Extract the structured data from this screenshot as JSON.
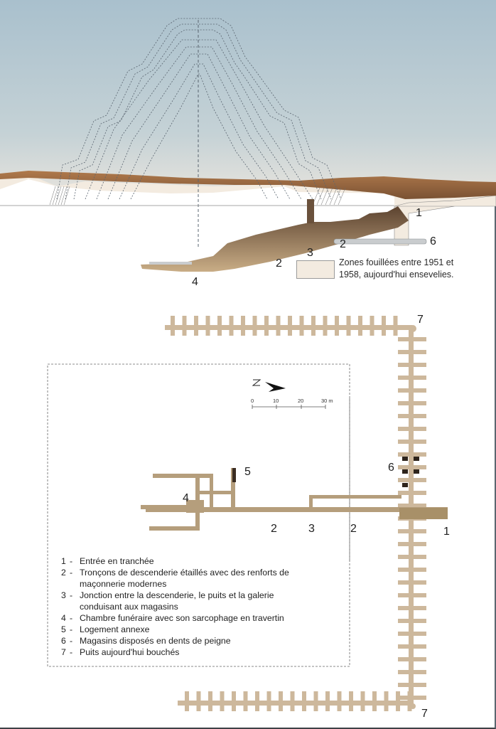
{
  "section_view": {
    "labels": [
      "1",
      "2",
      "2",
      "3",
      "4",
      "6"
    ],
    "legend": {
      "swatch_color": "#f3ebe0",
      "text": "Zones fouillées entre 1951 et 1958, aujourd'hui ensevelies."
    },
    "colors": {
      "sky_top": "#a9c0cd",
      "sky_bottom": "#ece6de",
      "rock": "#9b6a41",
      "dashed_lines": "#5a6570"
    }
  },
  "plan_view": {
    "labels": {
      "n1": "1",
      "n2a": "2",
      "n2b": "2",
      "n3": "3",
      "n4": "4",
      "n5": "5",
      "n6": "6",
      "n7_top": "7",
      "n7_bottom": "7"
    },
    "north_arrow": {
      "label": "N"
    },
    "scale_bar": {
      "ticks": [
        "0",
        "10",
        "20",
        "30 m"
      ]
    },
    "colors": {
      "galleries": "#cdb89c",
      "tunnel": "#b59e7c"
    }
  },
  "key": [
    {
      "num": "1",
      "text": "Entrée en tranchée"
    },
    {
      "num": "2",
      "text": "Tronçons de descenderie étaillés avec des renforts de",
      "cont": "maçonnerie modernes"
    },
    {
      "num": "3",
      "text": "Jonction entre la descenderie, le puits et la galerie",
      "cont": "conduisant aux magasins"
    },
    {
      "num": "4",
      "text": "Chambre funéraire avec son sarcophage en travertin"
    },
    {
      "num": "5",
      "text": "Logement annexe"
    },
    {
      "num": "6",
      "text": "Magasins disposés en dents de peigne"
    },
    {
      "num": "7",
      "text": "Puits aujourd'hui bouchés"
    }
  ]
}
